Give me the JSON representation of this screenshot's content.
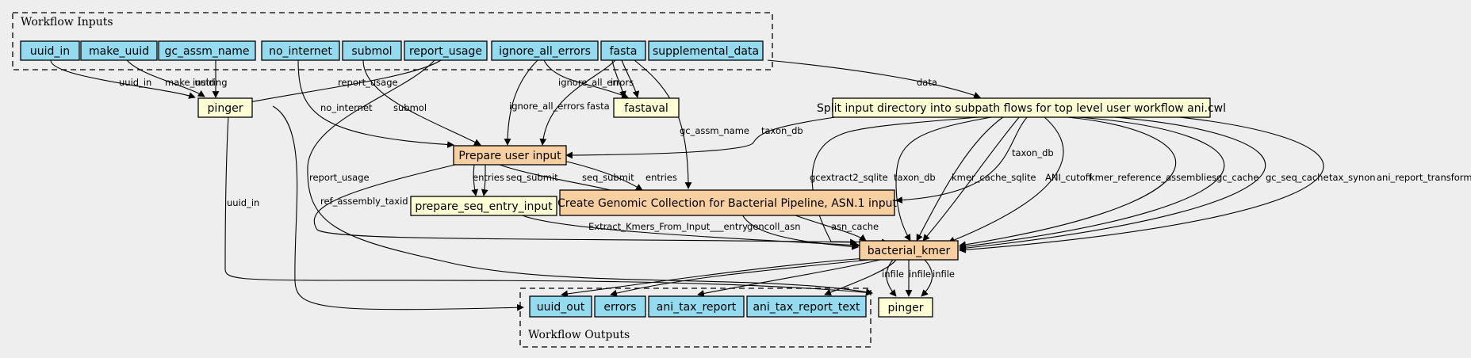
{
  "colors": {
    "input": "#94dbf0",
    "output": "#94dbf0",
    "step": "#f7cfa0",
    "tool": "#ffffd6",
    "background": "#eeeeee"
  },
  "clusters": {
    "inputs_title": "Workflow Inputs",
    "outputs_title": "Workflow Outputs"
  },
  "nodes": {
    "uuid_in": "uuid_in",
    "make_uuid": "make_uuid",
    "gc_assm_name": "gc_assm_name",
    "no_internet": "no_internet",
    "submol": "submol",
    "report_usage": "report_usage",
    "ignore_all_errors": "ignore_all_errors",
    "fasta": "fasta",
    "supplemental_data": "supplemental_data",
    "pinger_top": "pinger",
    "fastaval": "fastaval",
    "split": "Split input directory into subpath flows for top level user workflow ani.cwl",
    "prepare_user_input": "Prepare user input",
    "prepare_seq_entry_input": "prepare_seq_entry_input",
    "create_genomic": "Create Genomic Collection for Bacterial Pipeline, ASN.1 input",
    "bacterial_kmer": "bacterial_kmer",
    "pinger_bottom": "pinger",
    "uuid_out": "uuid_out",
    "errors": "errors",
    "ani_tax_report": "ani_tax_report",
    "ani_tax_report_text": "ani_tax_report_text"
  },
  "edge_labels": {
    "uuid_in": "uuid_in",
    "make_uuid": "make_uuid",
    "instring": "instring",
    "report_usage_pinger": "report_usage",
    "no_internet": "no_internet",
    "submol": "submol",
    "ignore_all_errors_prepare": "ignore_all_errors",
    "ignore_all_errors_fastaval": "ignore_all_errors",
    "fasta_prepare": "fasta",
    "fasta_in": "in",
    "gc_assm_name": "gc_assm_name",
    "data": "data",
    "taxon_db_prepare": "taxon_db",
    "taxon_db_create": "taxon_db",
    "report_usage_bottom": "report_usage",
    "uuid_in_bottom": "uuid_in",
    "entries_seq": "entries",
    "seq_submit_seq": "seq_submit",
    "seq_submit_create": "seq_submit",
    "entries_create": "entries",
    "ref_assembly_taxid": "ref_assembly_taxid",
    "gcextract2_sqlite": "gcextract2_sqlite",
    "taxon_db_kmer": "taxon_db",
    "kmer_cache_sqlite": "kmer_cache_sqlite",
    "ani_cutoff": "ANI_cutoff",
    "kmer_reference_assemblies": "kmer_reference_assemblies",
    "gc_cache": "gc_cache",
    "gc_seq_cache": "gc_seq_cache",
    "tax_synon": "tax_synon",
    "ani_report_transform": "ani_report_transform",
    "extract_kmers": "Extract_Kmers_From_Input___entry",
    "gencoll_asn": "gencoll_asn",
    "asn_cache": "asn_cache",
    "infile_1": "infile",
    "infile_2": "infile",
    "infile_3": "infile"
  }
}
